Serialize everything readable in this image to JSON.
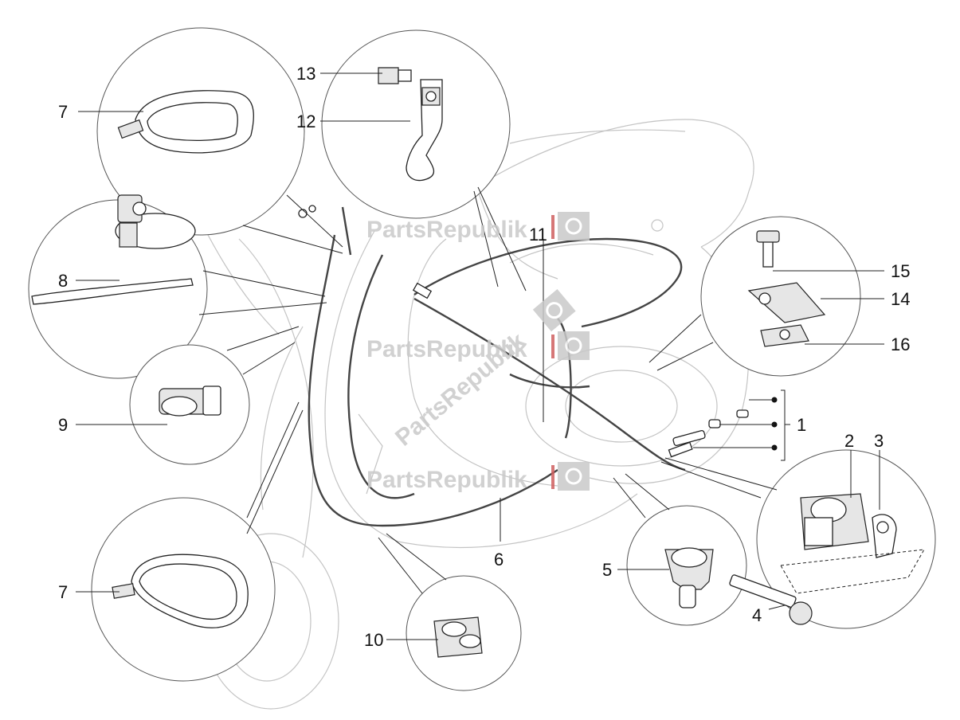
{
  "diagram": {
    "callouts": [
      "1",
      "2",
      "3",
      "4",
      "5",
      "6",
      "7",
      "7",
      "8",
      "9",
      "10",
      "11",
      "12",
      "13",
      "14",
      "15",
      "16"
    ],
    "watermark": "PartsRepublik"
  },
  "icons": [
    "gear-icon"
  ]
}
